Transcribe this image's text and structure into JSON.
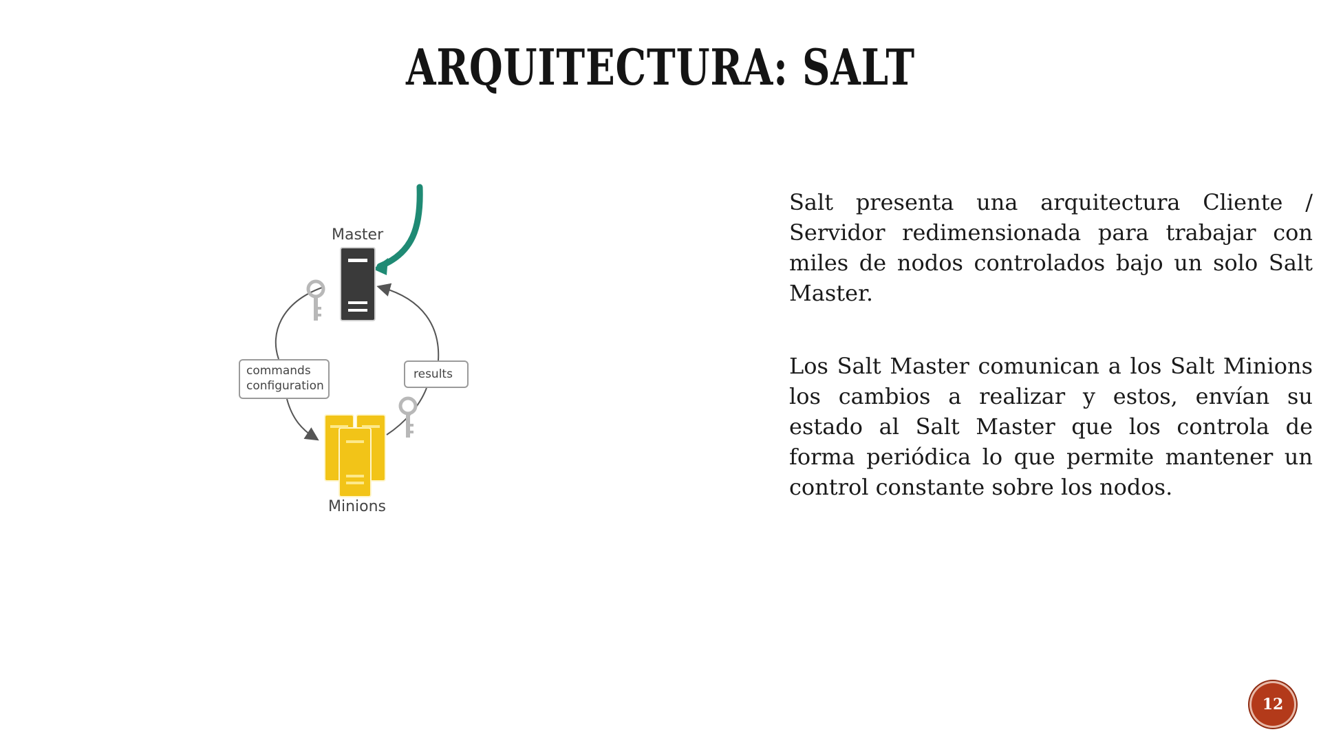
{
  "slide": {
    "title": "ARQUITECTURA: SALT",
    "page_number": "12"
  },
  "diagram": {
    "master_label": "Master",
    "minions_label": "Minions",
    "commands_line1": "commands",
    "commands_line2": "configuration",
    "results_label": "results",
    "colors": {
      "master_server": "#3a3a3a",
      "minion_server": "#f2c418",
      "arrow_accent": "#1f8a74",
      "key": "#b8b8b8",
      "cycle_line": "#555555"
    }
  },
  "body": {
    "paragraph_1": "Salt presenta una arquitectura Cliente / Servidor redimensionada para trabajar con miles de nodos controlados bajo un solo Salt Master.",
    "paragraph_2": "Los Salt Master comunican a los Salt Minions los cambios a realizar y estos, envían su estado al Salt Master que los controla de forma periódica lo que permite mantener un control constante sobre los nodos."
  },
  "colors": {
    "badge": "#b33a1a",
    "title_text": "#141414"
  }
}
